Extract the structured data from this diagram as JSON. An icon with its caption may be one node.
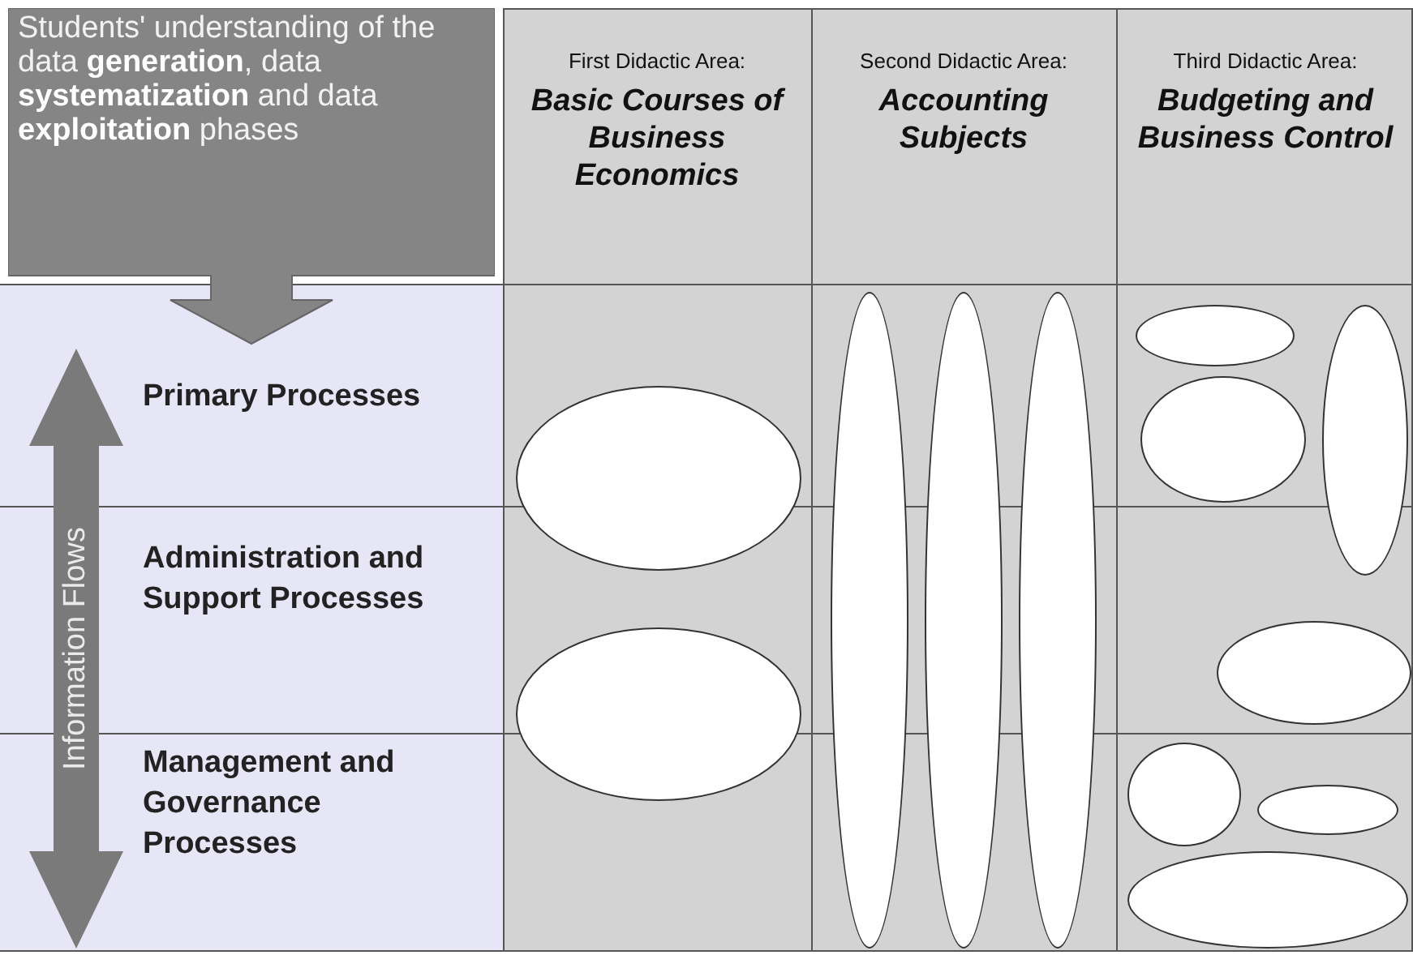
{
  "diagram": {
    "nodes": [
      {
        "text": [
          "Students' understanding of the data **generation**, data **systematization** and data **exploitation** phases"
        ]
      },
      {
        "text": [
          "First Didactic Area:",
          "Basic Courses of Business Economics"
        ]
      },
      {
        "text": [
          "Second Didactic Area:",
          "Accounting Subjects"
        ]
      },
      {
        "text": [
          "Third Didactic Area:",
          "Budgeting and Business Control"
        ]
      },
      {
        "text": [
          "Primary Processes"
        ]
      },
      {
        "text": [
          "Administration and Support Processes"
        ]
      },
      {
        "text": [
          "Management and Governance Processes"
        ]
      },
      {
        "text": [
          "Information Flows"
        ]
      },
      {
        "text": [],
        "shape": "ellipse"
      },
      {
        "text": [],
        "shape": "ellipse"
      },
      {
        "text": [],
        "shape": "ellipse"
      },
      {
        "text": [],
        "shape": "ellipse"
      },
      {
        "text": [],
        "shape": "ellipse"
      },
      {
        "text": [],
        "shape": "ellipse"
      },
      {
        "text": [],
        "shape": "ellipse"
      },
      {
        "text": [],
        "shape": "ellipse"
      },
      {
        "text": [],
        "shape": "ellipse"
      },
      {
        "text": [],
        "shape": "ellipse"
      },
      {
        "text": [],
        "shape": "ellipse"
      },
      {
        "text": [],
        "shape": "ellipse"
      }
    ]
  }
}
